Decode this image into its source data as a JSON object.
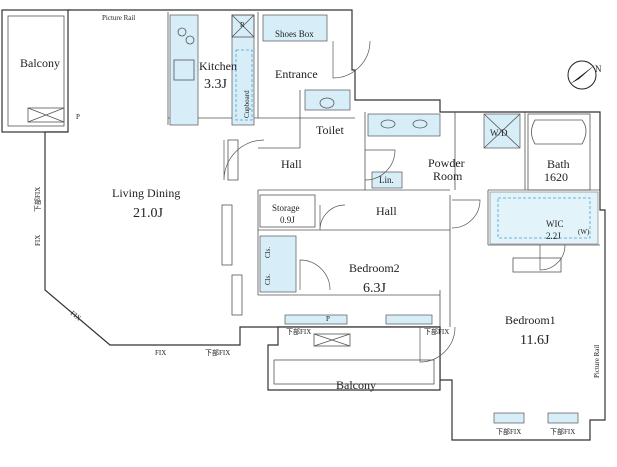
{
  "rooms": {
    "balcony_left": "Balcony",
    "kitchen_name": "Kitchen",
    "kitchen_size": "3.3J",
    "entrance": "Entrance",
    "shoes_box": "Shoes Box",
    "toilet": "Toilet",
    "hall_upper": "Hall",
    "hall_lower": "Hall",
    "powder_room_1": "Powder",
    "powder_room_2": "Room",
    "linen": "Lin.",
    "wd": "W/D",
    "bath_name": "Bath",
    "bath_size": "1620",
    "living_name": "Living Dining",
    "living_size": "21.0J",
    "storage_name": "Storage",
    "storage_size": "0.9J",
    "wic_name": "WIC",
    "wic_size": "2.2J",
    "wic_w": "(W)",
    "bedroom2_name": "Bedroom2",
    "bedroom2_size": "6.3J",
    "bedroom1_name": "Bedroom1",
    "bedroom1_size": "11.6J",
    "balcony_bottom": "Balcony",
    "cupboard": "Cupboard",
    "cls_1": "Cls.",
    "cls_2": "Cls."
  },
  "annotations": {
    "picture_rail_top": "Picture Rail",
    "picture_rail_right": "Picture Rail",
    "fix_left_1": "下部FIX",
    "fix_left_2": "FIX",
    "fix_diag": "FIX",
    "fix_bottom_1": "FIX",
    "fix_bottom_2": "下部FIX",
    "fix_bal_1": "下部FIX",
    "fix_bal_2": "下部FIX",
    "fix_bed1_1": "下部FIX",
    "fix_bed1_2": "下部FIX",
    "refrigerator": "R",
    "pipe_1": "P",
    "pipe_2": "P",
    "north": "N"
  },
  "colors": {
    "fixture_blue": "#d7eef8",
    "wall": "#333333",
    "dashed_line": "#4aa0d0"
  }
}
